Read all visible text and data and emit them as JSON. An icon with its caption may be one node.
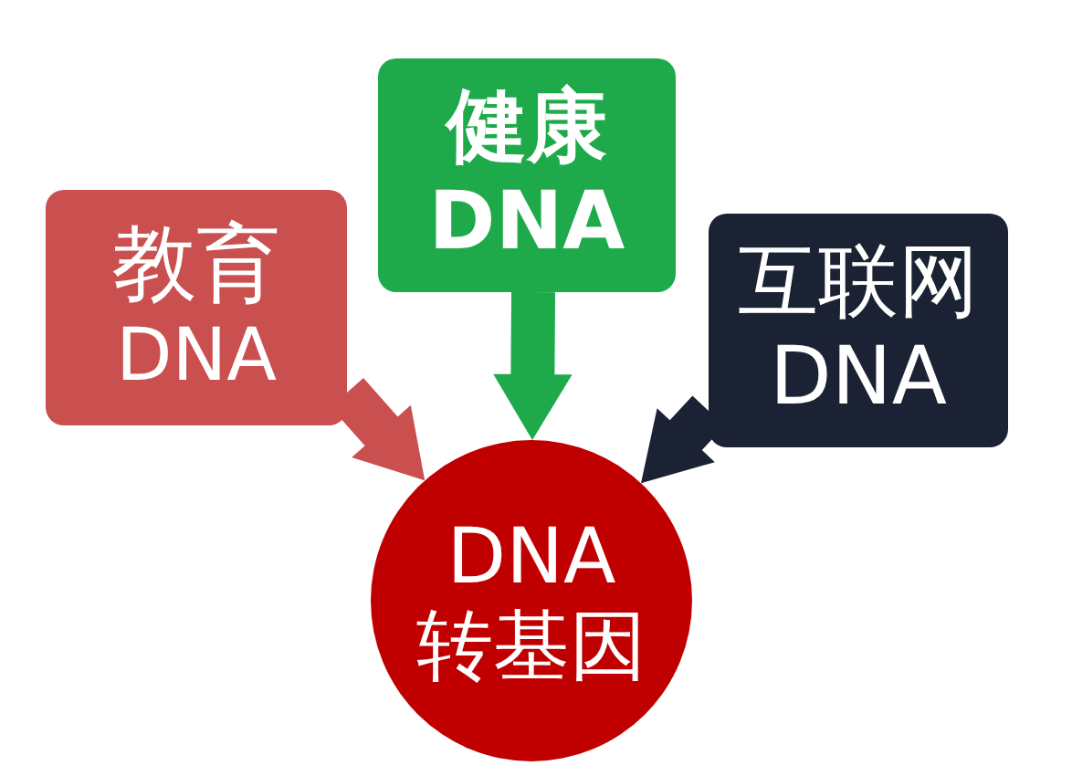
{
  "diagram": {
    "nodes": [
      {
        "text": [
          "教育",
          "DNA"
        ]
      },
      {
        "text": [
          "健康",
          "DNA"
        ]
      },
      {
        "text": [
          "互联网",
          "DNA"
        ]
      },
      {
        "text": [
          "DNA",
          "转基因"
        ]
      }
    ],
    "edges": [
      {
        "from": 0,
        "to": 3,
        "arrow": "to",
        "style": "thick",
        "color": "#c9504f"
      },
      {
        "from": 1,
        "to": 3,
        "arrow": "to",
        "style": "thick",
        "color": "#1eaa4a"
      },
      {
        "from": 2,
        "to": 3,
        "arrow": "to",
        "style": "thick",
        "color": "#1a2233"
      }
    ]
  }
}
